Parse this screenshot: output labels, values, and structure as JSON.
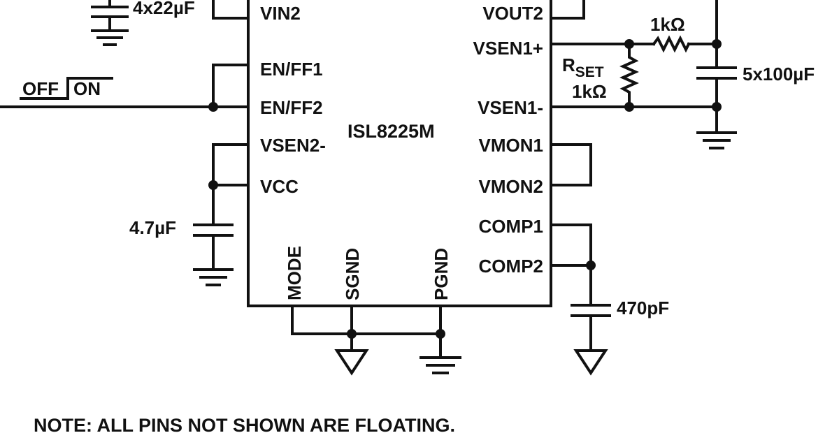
{
  "chip": {
    "name": "ISL8225M",
    "pins_left": [
      "VIN2",
      "EN/FF1",
      "EN/FF2",
      "VSEN2-",
      "VCC"
    ],
    "pins_right": [
      "VOUT2",
      "VSEN1+",
      "VSEN1-",
      "VMON1",
      "VMON2",
      "COMP1",
      "COMP2"
    ],
    "pins_bottom": [
      "MODE",
      "SGND",
      "PGND"
    ]
  },
  "components": {
    "input_cap": "4x22µF",
    "vcc_cap": "4.7µF",
    "comp_cap": "470pF",
    "output_cap": "5x100µF",
    "series_res": "1kΩ",
    "rset_label_main": "R",
    "rset_label_sub": "SET",
    "rset_value": "1kΩ"
  },
  "switch": {
    "off": "OFF",
    "on": "ON"
  },
  "note": "NOTE:  ALL PINS NOT SHOWN ARE FLOATING."
}
